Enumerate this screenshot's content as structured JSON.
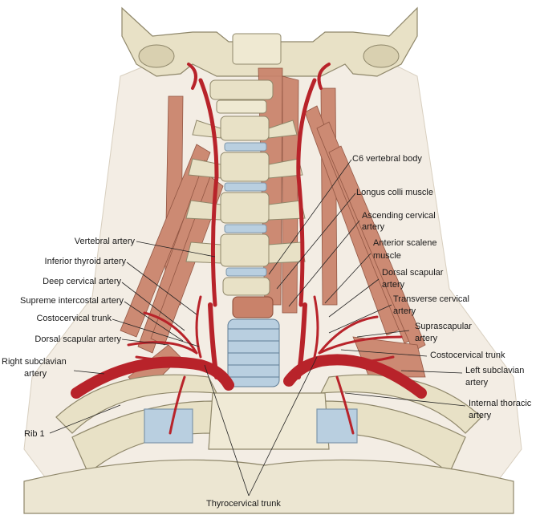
{
  "diagram": {
    "labels": {
      "c6_vertebral_body": "C6 vertebral body",
      "longus_colli_muscle": "Longus colli muscle",
      "ascending_cervical_artery_1": "Ascending cervical",
      "ascending_cervical_artery_2": "artery",
      "anterior_scalene_muscle_1": "Anterior scalene",
      "anterior_scalene_muscle_2": "muscle",
      "dorsal_scapular_artery_right_1": "Dorsal scapular",
      "dorsal_scapular_artery_right_2": "artery",
      "transverse_cervical_artery_1": "Transverse cervical",
      "transverse_cervical_artery_2": "artery",
      "suprascapular_artery_1": "Suprascapular",
      "suprascapular_artery_2": "artery",
      "costocervical_trunk_right": "Costocervical trunk",
      "left_subclavian_artery_1": "Left subclavian",
      "left_subclavian_artery_2": "artery",
      "internal_thoracic_artery_1": "Internal thoracic",
      "internal_thoracic_artery_2": "artery",
      "vertebral_artery": "Vertebral artery",
      "inferior_thyroid_artery": "Inferior thyroid artery",
      "deep_cervical_artery": "Deep cervical artery",
      "supreme_intercostal_artery": "Supreme intercostal artery",
      "costocervical_trunk_left": "Costocervical trunk",
      "dorsal_scapular_artery_left": "Dorsal scapular artery",
      "right_subclavian_artery_1": "Right subclavian",
      "right_subclavian_artery_2": "artery",
      "rib_1": "Rib 1",
      "thyrocervical_trunk": "Thyrocervical trunk"
    },
    "colors": {
      "bone": "#e8e1c6",
      "bone_shadow": "#bdb48f",
      "muscle": "#c9826a",
      "muscle_dark": "#a85a44",
      "artery": "#b8232a",
      "cartilage": "#b9cfe0",
      "leader_line": "#222222"
    }
  }
}
